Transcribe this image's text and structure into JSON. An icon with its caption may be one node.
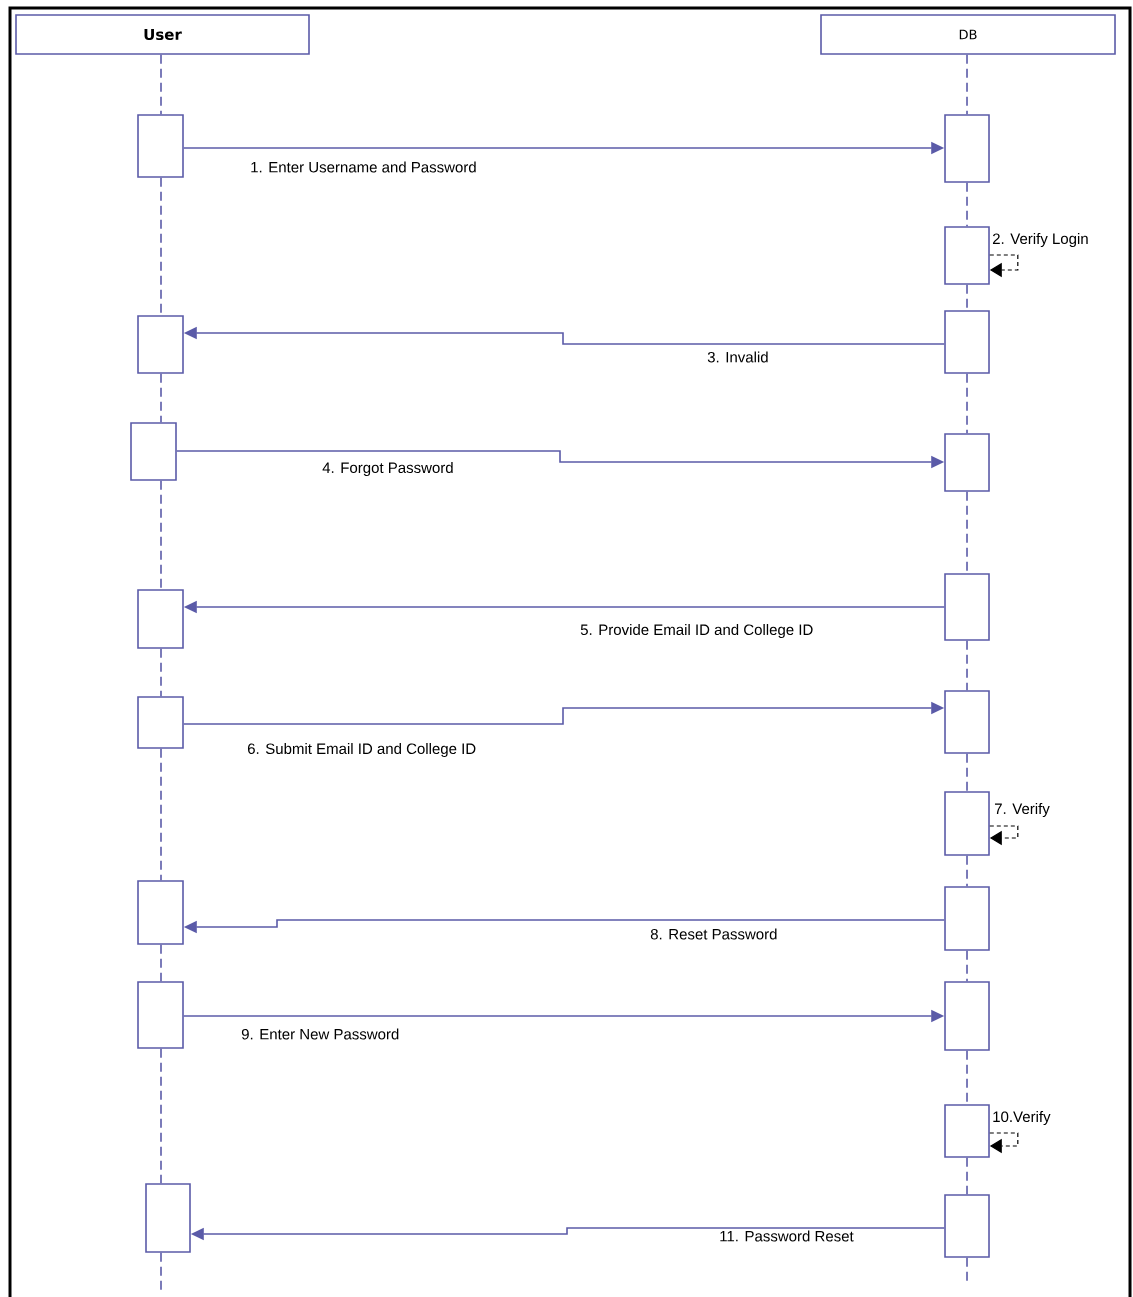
{
  "diagram": {
    "nodes": [
      {
        "text": [
          "User"
        ]
      },
      {
        "text": [
          "DB"
        ]
      },
      {
        "text": [],
        "shape": "box"
      },
      {
        "text": [],
        "shape": "box"
      },
      {
        "text": [],
        "shape": "box"
      },
      {
        "text": [],
        "shape": "box"
      },
      {
        "text": [],
        "shape": "box"
      },
      {
        "text": [],
        "shape": "box"
      },
      {
        "text": [],
        "shape": "box"
      },
      {
        "text": [],
        "shape": "box"
      },
      {
        "text": [],
        "shape": "box"
      },
      {
        "text": [],
        "shape": "box"
      },
      {
        "text": [],
        "shape": "box"
      },
      {
        "text": [],
        "shape": "box"
      },
      {
        "text": [],
        "shape": "box"
      },
      {
        "text": [],
        "shape": "box"
      },
      {
        "text": [],
        "shape": "box"
      },
      {
        "text": [],
        "shape": "box"
      },
      {
        "text": [],
        "shape": "box"
      },
      {
        "text": [],
        "shape": "box"
      },
      {
        "text": [],
        "shape": "box"
      }
    ],
    "edges": [
      {
        "from": 2,
        "to": 3,
        "arrow": "to",
        "label": "1. Enter Username and Password"
      },
      {
        "from": 4,
        "to": 4,
        "arrow": "to",
        "label": "2. Verify Login",
        "style": "dashed",
        "color": "#000000"
      },
      {
        "from": 6,
        "to": 5,
        "arrow": "to",
        "label": "3. Invalid"
      },
      {
        "from": 7,
        "to": 8,
        "arrow": "to",
        "label": "4. Forgot Password"
      },
      {
        "from": 9,
        "to": 10,
        "arrow": "to",
        "label": "5. Provide Email ID and College ID"
      },
      {
        "from": 11,
        "to": 12,
        "arrow": "to",
        "label": "6. Submit Email ID and College ID"
      },
      {
        "from": 13,
        "to": 13,
        "arrow": "to",
        "label": "7. Verify",
        "style": "dashed",
        "color": "#000000"
      },
      {
        "from": 15,
        "to": 14,
        "arrow": "to",
        "label": "8. Reset Password"
      },
      {
        "from": 16,
        "to": 17,
        "arrow": "to",
        "label": "9. Enter New Password"
      },
      {
        "from": 18,
        "to": 18,
        "arrow": "to",
        "label": "10.Verify",
        "style": "dashed",
        "color": "#000000"
      },
      {
        "from": 20,
        "to": 19,
        "arrow": "to",
        "label": "11. Password Reset"
      },
      {
        "from": 0,
        "to": 2,
        "arrow": "none",
        "style": "dashed"
      },
      {
        "from": 2,
        "to": 5,
        "arrow": "none",
        "style": "dashed"
      },
      {
        "from": 5,
        "to": 7,
        "arrow": "none",
        "style": "dashed"
      },
      {
        "from": 7,
        "to": 10,
        "arrow": "none",
        "style": "dashed"
      },
      {
        "from": 10,
        "to": 11,
        "arrow": "none",
        "style": "dashed"
      },
      {
        "from": 11,
        "to": 14,
        "arrow": "none",
        "style": "dashed"
      },
      {
        "from": 14,
        "to": 16,
        "arrow": "none",
        "style": "dashed"
      },
      {
        "from": 16,
        "to": 19,
        "arrow": "none",
        "style": "dashed"
      },
      {
        "from": 19,
        "to": null,
        "arrow": "none",
        "style": "dashed"
      },
      {
        "from": 1,
        "to": 3,
        "arrow": "none",
        "style": "dashed"
      },
      {
        "from": 3,
        "to": 4,
        "arrow": "none",
        "style": "dashed"
      },
      {
        "from": 4,
        "to": 6,
        "arrow": "none",
        "style": "dashed"
      },
      {
        "from": 6,
        "to": 8,
        "arrow": "none",
        "style": "dashed"
      },
      {
        "from": 8,
        "to": 9,
        "arrow": "none",
        "style": "dashed"
      },
      {
        "from": 9,
        "to": 12,
        "arrow": "none",
        "style": "dashed"
      },
      {
        "from": 12,
        "to": 13,
        "arrow": "none",
        "style": "dashed"
      },
      {
        "from": 13,
        "to": 15,
        "arrow": "none",
        "style": "dashed"
      },
      {
        "from": 15,
        "to": 17,
        "arrow": "none",
        "style": "dashed"
      },
      {
        "from": 17,
        "to": 18,
        "arrow": "none",
        "style": "dashed"
      },
      {
        "from": 18,
        "to": 20,
        "arrow": "none",
        "style": "dashed"
      },
      {
        "from": 20,
        "to": null,
        "arrow": "none",
        "style": "dashed"
      }
    ]
  }
}
